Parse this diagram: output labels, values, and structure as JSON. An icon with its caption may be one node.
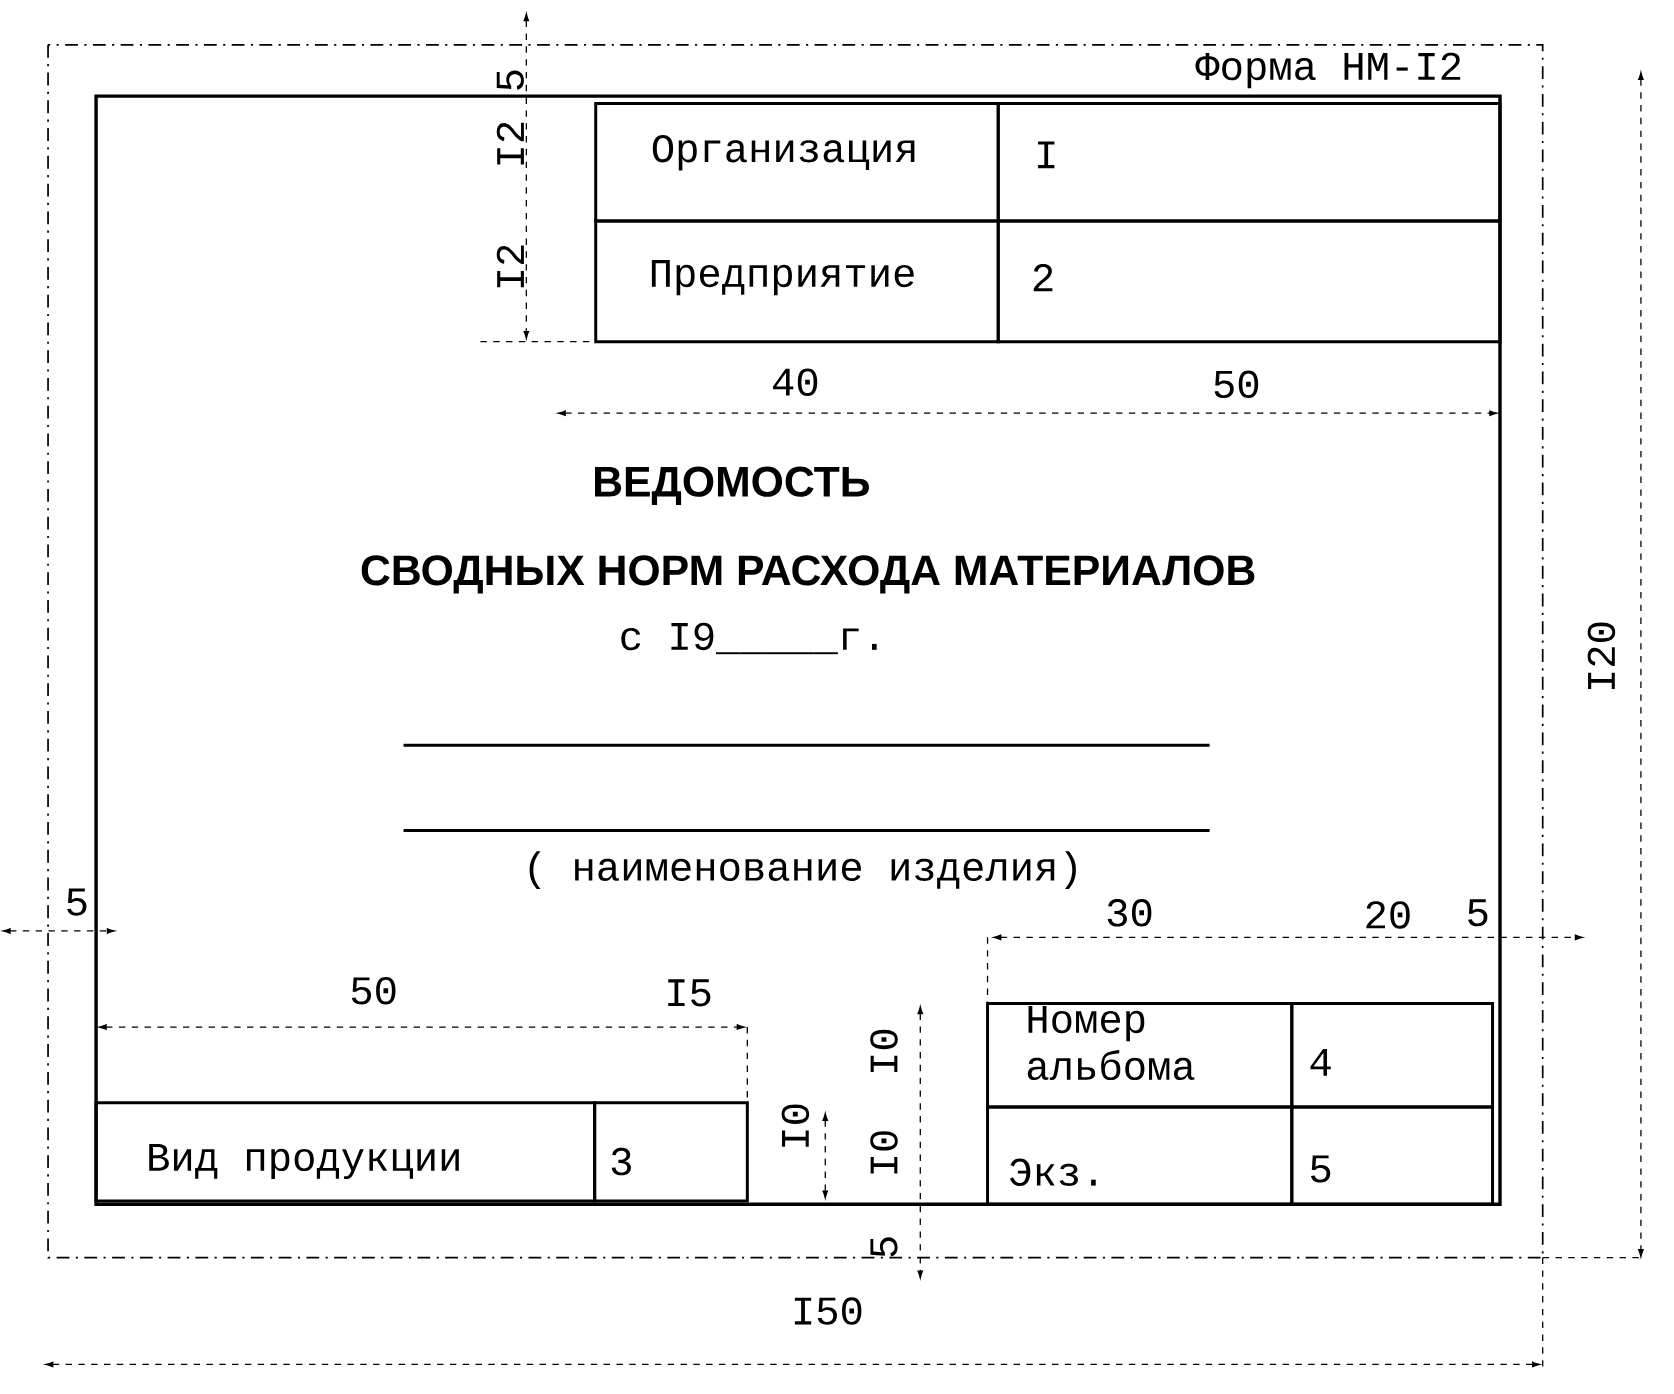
{
  "diagram": {
    "labels": [
      "5",
      "Форма НМ-I2",
      "I2",
      "Организация",
      "I",
      "I2",
      "Предприятие",
      "2",
      "40",
      "50",
      "ВЕДОМОСТЬ",
      "СВОДНЫХ НОРМ РАСХОДА МАТЕРИАЛОВ",
      "с I9_____г.",
      "I20",
      "( наименование изделия)",
      "5",
      "30",
      "20",
      "5",
      "50",
      "I5",
      "I0",
      "Номер альбома",
      "4",
      "I0",
      "Вид продукции",
      "3",
      "I0",
      "Экз.",
      "5",
      "5",
      "I50"
    ]
  }
}
